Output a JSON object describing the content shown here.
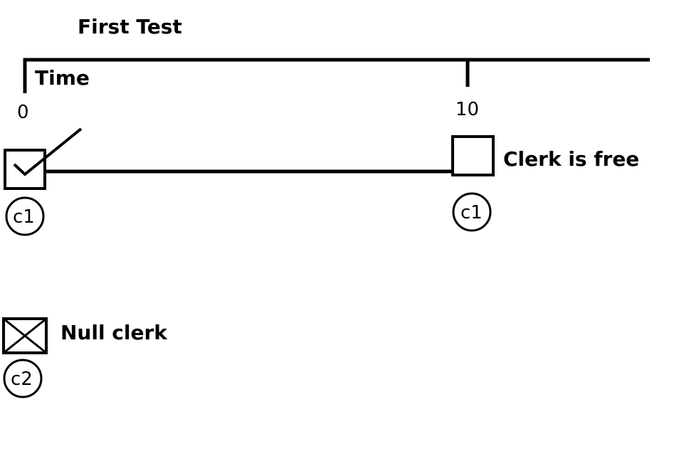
{
  "title": "First Test",
  "axis": {
    "label": "Time",
    "ticks": [
      "0",
      "10"
    ]
  },
  "events": [
    {
      "label": "Clerk is free"
    },
    {
      "label": "Null clerk"
    }
  ],
  "clerks": {
    "c1_start": "c1",
    "c1_end": "c1",
    "c2": "c2"
  }
}
